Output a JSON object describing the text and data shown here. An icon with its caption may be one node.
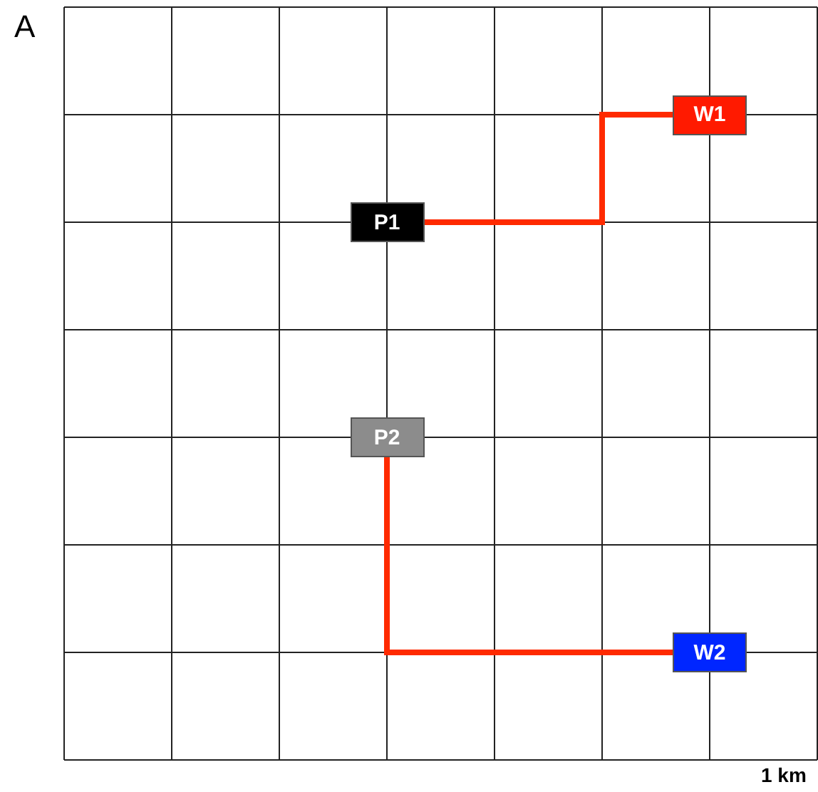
{
  "diagram": {
    "nodes": [
      {
        "text": [
          "W1"
        ]
      },
      {
        "text": [
          "P1"
        ]
      },
      {
        "text": [
          "P2"
        ]
      },
      {
        "text": [
          "W2"
        ]
      }
    ],
    "edges": [
      {
        "from": 1,
        "to": 0,
        "arrow": "none"
      },
      {
        "from": 2,
        "to": 3,
        "arrow": "none"
      }
    ],
    "labels": [
      "A",
      "1 km"
    ]
  }
}
